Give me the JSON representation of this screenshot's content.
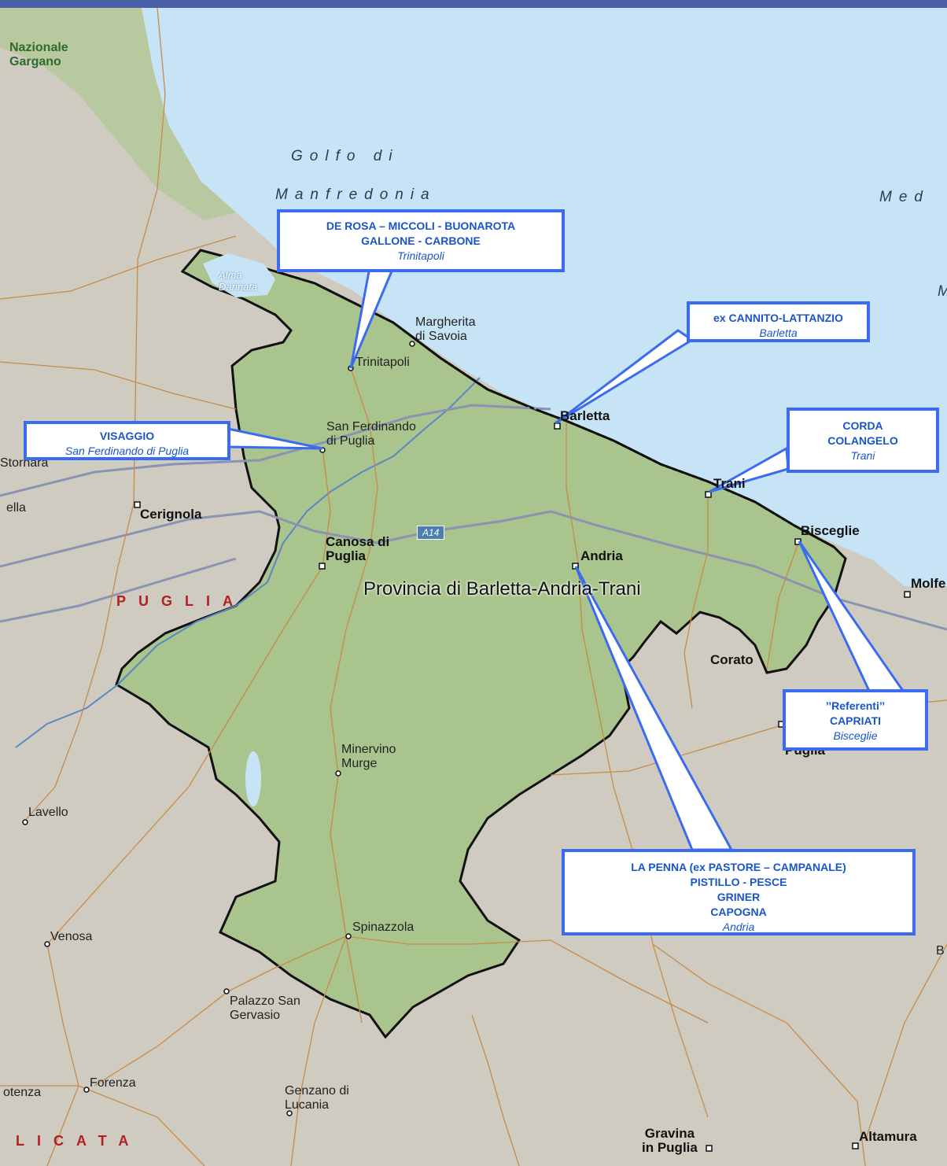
{
  "towns": {
    "trinitapoli": "Trinitapoli",
    "margherita": "Margherita\ndi Savoia",
    "barletta": "Barletta",
    "san_ferdinando": "San Ferdinando\ndi Puglia",
    "trani": "Trani",
    "bisceglie": "Bisceglie",
    "andria": "Andria",
    "canosa": "Canosa di\nPuglia",
    "cerignola": "Cerignola",
    "stornara": "Stornara",
    "ella": "ella",
    "minervino": "Minervino\nMurge",
    "spinazzola": "Spinazzola",
    "corato": "Corato",
    "molfetta": "Molfe",
    "lavello": "Lavello",
    "venosa": "Venosa",
    "palazzo": "Palazzo San\nGervasio",
    "forenza": "Forenza",
    "potenza": "otenza",
    "genzano": "Genzano di\nLucania",
    "gravina": "Gravina\nin Puglia",
    "altamura": "Altamura",
    "puglia_partial": "Puglia",
    "b_partial": "B"
  },
  "sea_labels": {
    "golfo1": "Golfo di",
    "golfo2": "Manfredonia",
    "med1": "Med",
    "med2": "M"
  },
  "region_labels": {
    "puglia": "PUGLIA",
    "basilicata": "LICATA"
  },
  "park": "Nazionale\nGargano",
  "alma": "Alma\nDannata",
  "province_label": "Provincia di Barletta-Andria-Trani",
  "highway": "A14",
  "callouts": {
    "trinitapoli": {
      "line1": "DE ROSA – MICCOLI - BUONAROTA",
      "line2": "GALLONE - CARBONE",
      "place": "Trinitapoli"
    },
    "barletta": {
      "line1": "ex CANNITO-LATTANZIO",
      "place": "Barletta"
    },
    "trani": {
      "line1": "CORDA",
      "line2": "COLANGELO",
      "place": "Trani"
    },
    "sanferdinando": {
      "line1": "VISAGGIO",
      "place": "San Ferdinando di Puglia"
    },
    "bisceglie": {
      "line1": "’’Referenti’’",
      "line2": "CAPRIATI",
      "place": "Bisceglie"
    },
    "andria": {
      "line1": "LA PENNA (ex PASTORE – CAMPANALE)",
      "line2": "PISTILLO - PESCE",
      "line3": "GRINER",
      "line4": "CAPOGNA",
      "place": "Andria"
    }
  },
  "colors": {
    "sea": "#c7e4f6",
    "land": "#cfcbc1",
    "province": "#a9c48c",
    "callout_border": "#3b6cf0",
    "callout_text": "#1a55c7",
    "header": "#4a5fa8"
  }
}
